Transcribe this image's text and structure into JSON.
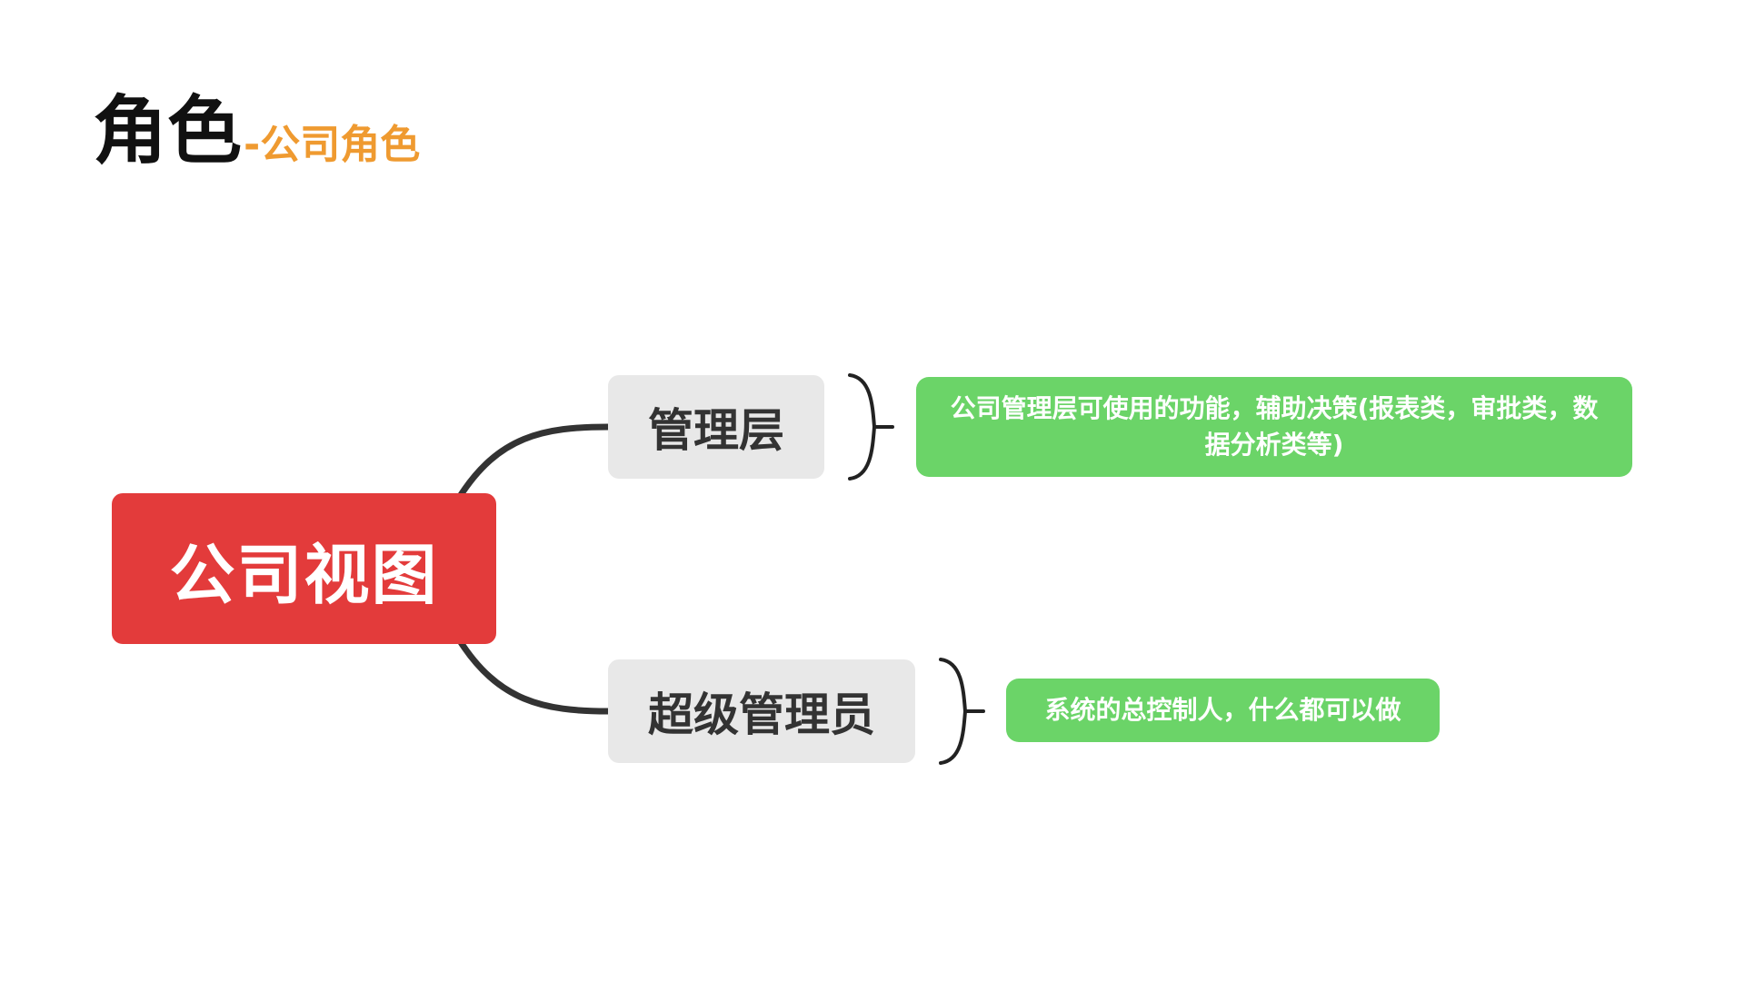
{
  "title": {
    "main": "角色",
    "sub": "-公司角色"
  },
  "root": {
    "label": "公司视图"
  },
  "branches": [
    {
      "label": "管理层",
      "description": "公司管理层可使用的功能，辅助决策(报表类，审批类，数据分析类等)"
    },
    {
      "label": "超级管理员",
      "description": "系统的总控制人，什么都可以做"
    }
  ],
  "colors": {
    "title_text": "#111111",
    "title_accent": "#ef9a30",
    "root_fill": "#e33b3b",
    "branch_fill": "#e8e8e8",
    "description_fill": "#6bd468",
    "connector": "#333333"
  }
}
